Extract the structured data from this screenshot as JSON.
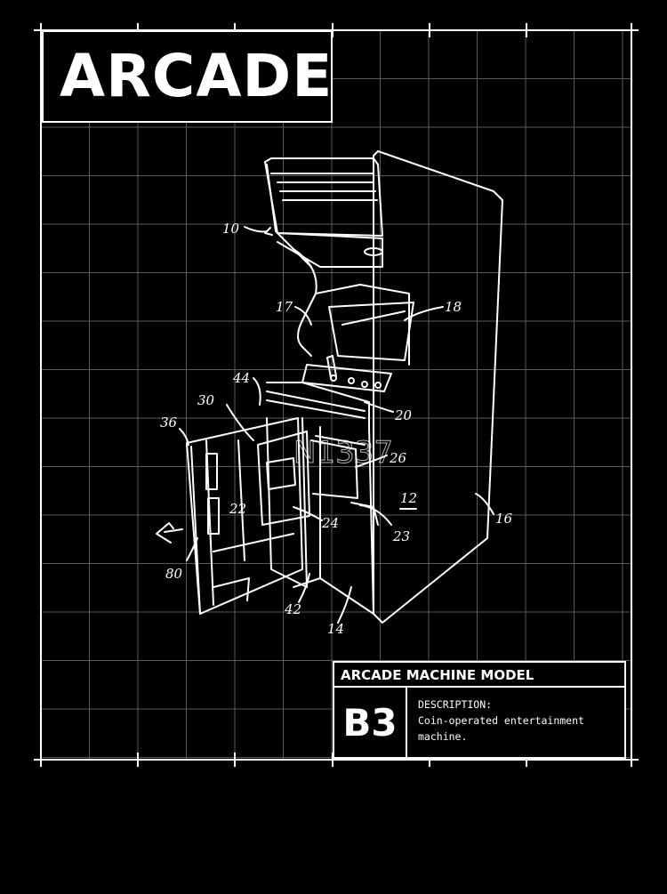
{
  "title": "ARCADE",
  "watermark": "N1337",
  "info": {
    "header": "ARCADE MACHINE MODEL",
    "code": "B3",
    "description_label": "DESCRIPTION:",
    "description_text": "Coin-operated entertainment machine."
  },
  "part_labels": [
    {
      "id": "10",
      "text": "10"
    },
    {
      "id": "17",
      "text": "17"
    },
    {
      "id": "18",
      "text": "18"
    },
    {
      "id": "44",
      "text": "44"
    },
    {
      "id": "30",
      "text": "30"
    },
    {
      "id": "36",
      "text": "36"
    },
    {
      "id": "20",
      "text": "20"
    },
    {
      "id": "26",
      "text": "26"
    },
    {
      "id": "12",
      "text": "12"
    },
    {
      "id": "22",
      "text": "22"
    },
    {
      "id": "24",
      "text": "24"
    },
    {
      "id": "23",
      "text": "23"
    },
    {
      "id": "16",
      "text": "16"
    },
    {
      "id": "80",
      "text": "80"
    },
    {
      "id": "42",
      "text": "42"
    },
    {
      "id": "14",
      "text": "14"
    }
  ],
  "colors": {
    "background": "#000000",
    "grid": "#5a5a5a",
    "lines": "#ffffff"
  }
}
